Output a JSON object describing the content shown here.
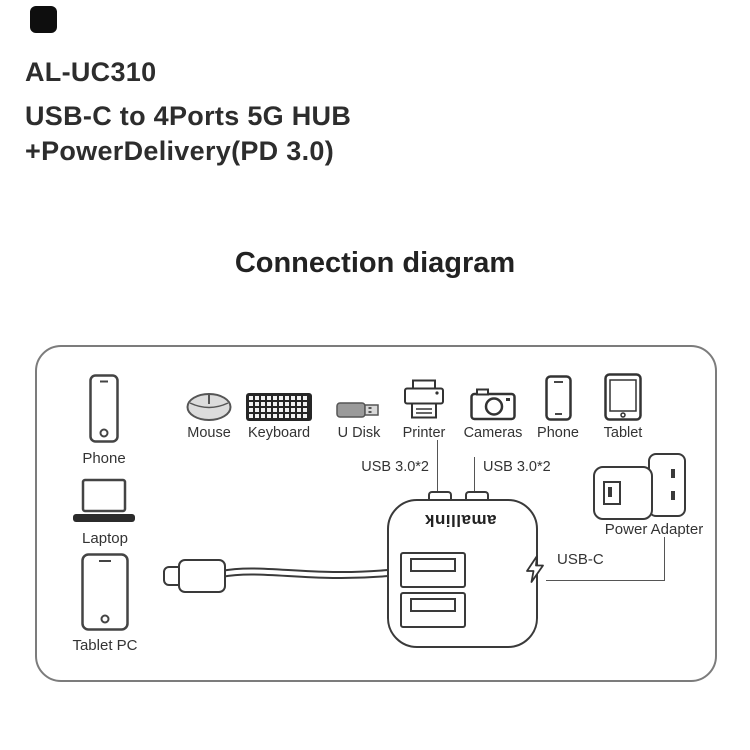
{
  "header": {
    "model": "AL-UC310",
    "subtitle_line1": "USB-C to 4Ports 5G HUB",
    "subtitle_line2": "+PowerDelivery(PD 3.0)"
  },
  "section_title": "Connection diagram",
  "diagram": {
    "left_devices": [
      "Phone",
      "Laptop",
      "Tablet PC"
    ],
    "top_devices": [
      "Mouse",
      "Keyboard",
      "U Disk",
      "Printer",
      "Cameras",
      "Phone",
      "Tablet"
    ],
    "hub": {
      "brand": "amallink"
    },
    "labels": {
      "usb3_left": "USB 3.0*2",
      "usb3_right": "USB 3.0*2",
      "usb_c": "USB-C",
      "power_adapter": "Power Adapter"
    },
    "colors": {
      "line": "#555555",
      "outline": "#3a3a3a"
    }
  }
}
